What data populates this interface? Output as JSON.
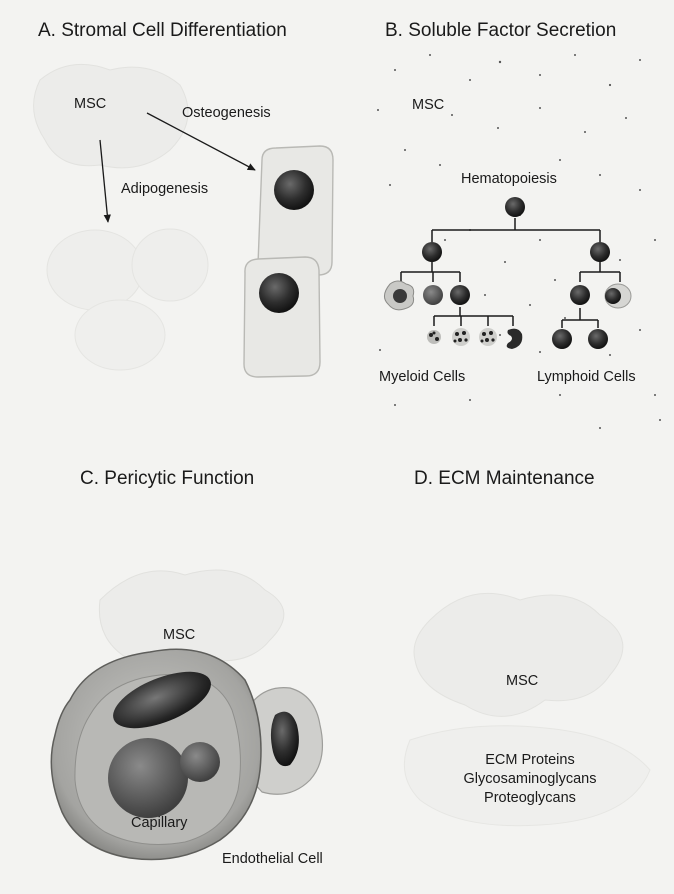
{
  "panels": {
    "a": {
      "title": "A. Stromal Cell Differentiation",
      "msc": "MSC",
      "osteogenesis": "Osteogenesis",
      "adipogenesis": "Adipogenesis"
    },
    "b": {
      "title": "B. Soluble Factor Secretion",
      "msc": "MSC",
      "hematopoiesis": "Hematopoiesis",
      "myeloid": "Myeloid Cells",
      "lymphoid": "Lymphoid Cells"
    },
    "c": {
      "title": "C. Pericytic Function",
      "msc": "MSC",
      "capillary": "Capillary",
      "endothelial": "Endothelial Cell"
    },
    "d": {
      "title": "D. ECM Maintenance",
      "msc": "MSC",
      "ecm_proteins": "ECM Proteins",
      "glycosaminoglycans": "Glycosaminoglycans",
      "proteoglycans": "Proteoglycans"
    }
  },
  "colors": {
    "background": "#f3f3f1",
    "cell_body": "#e9e9e6",
    "nucleus": "#2e2e2e",
    "text": "#1a1a1a"
  }
}
